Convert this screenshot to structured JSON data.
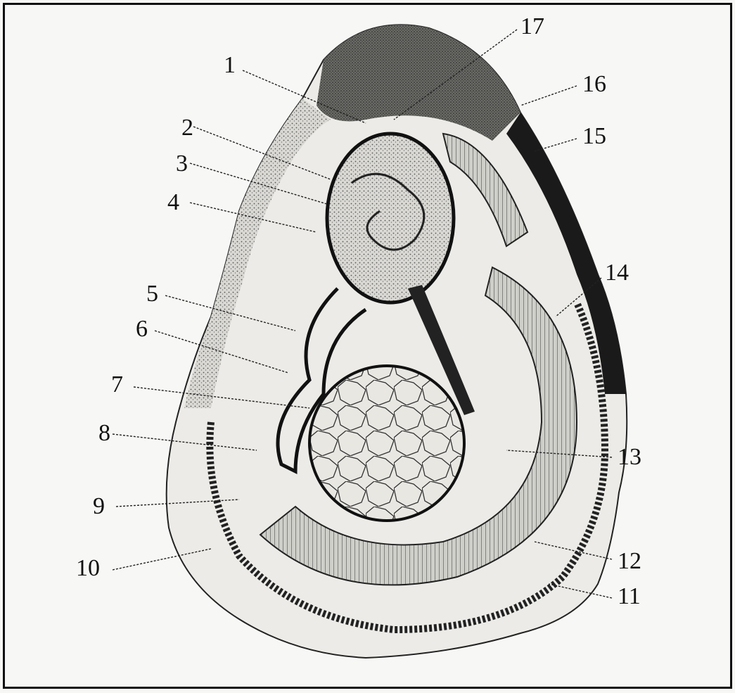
{
  "figure": {
    "subject": "oyster-anatomy-section",
    "colors": {
      "ink": "#111111",
      "paper": "#f7f7f5",
      "shell": "#e9e8e4"
    },
    "labels": [
      {
        "id": "l1",
        "text": "1"
      },
      {
        "id": "l2",
        "text": "2"
      },
      {
        "id": "l3",
        "text": "3"
      },
      {
        "id": "l4",
        "text": "4"
      },
      {
        "id": "l5",
        "text": "5"
      },
      {
        "id": "l6",
        "text": "6"
      },
      {
        "id": "l7",
        "text": "7"
      },
      {
        "id": "l8",
        "text": "8"
      },
      {
        "id": "l9",
        "text": "9"
      },
      {
        "id": "l10",
        "text": "10"
      },
      {
        "id": "l11",
        "text": "11"
      },
      {
        "id": "l12",
        "text": "12"
      },
      {
        "id": "l13",
        "text": "13"
      },
      {
        "id": "l14",
        "text": "14"
      },
      {
        "id": "l15",
        "text": "15"
      },
      {
        "id": "l16",
        "text": "16"
      },
      {
        "id": "l17",
        "text": "17"
      }
    ]
  }
}
